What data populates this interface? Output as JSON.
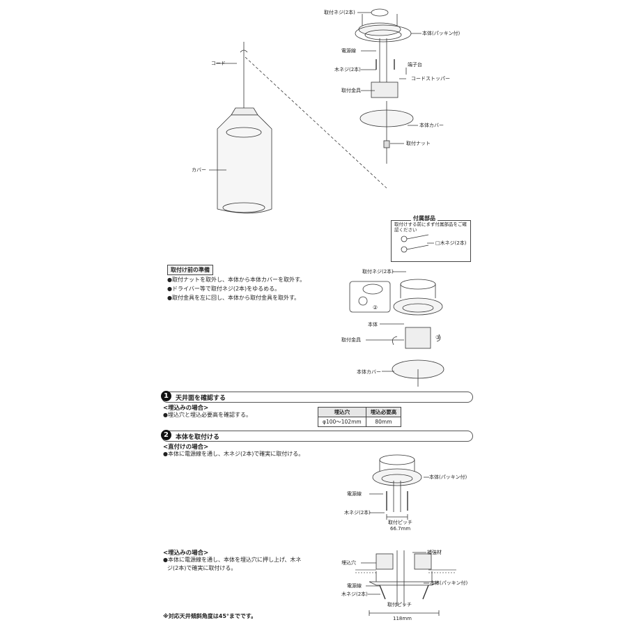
{
  "top_diagram": {
    "cord": "コード",
    "cover": "カバー",
    "mount_screw": "取付ネジ(2本)",
    "body_packing": "本体(パッキン付)",
    "power_wire": "電源線",
    "wood_screw": "木ネジ(2本)",
    "terminal_block": "端子台",
    "cord_stopper": "コードストッパー",
    "mount_bracket": "取付金具",
    "body_cover": "本体カバー",
    "mount_nut": "取付ナット"
  },
  "accessories": {
    "title": "付属部品",
    "note": "取付けする前にまず付属部品をご確認ください",
    "item": "□木ネジ(2本)"
  },
  "prep": {
    "title": "取付け前の準備",
    "lines": [
      "●取付ナットを取外し、本体から本体カバーを取外す。",
      "●ドライバー等で取付ネジ(2本)をゆるめる。",
      "●取付金具を左に回し、本体から取付金具を取外す。"
    ],
    "diagram": {
      "mount_screw": "取付ネジ(2本)",
      "body": "本体",
      "mount_bracket": "取付金具",
      "body_cover": "本体カバー",
      "mark2": "②",
      "mark3": "③"
    }
  },
  "step1": {
    "num": "1",
    "title": "天井面を確認する",
    "sub": "<埋込みの場合>",
    "text": "●埋込穴と埋込必要高を確認する。",
    "table": {
      "headers": [
        "埋込穴",
        "埋込必要高"
      ],
      "values": [
        "φ100〜102mm",
        "80mm"
      ]
    }
  },
  "step2": {
    "num": "2",
    "title": "本体を取付ける",
    "sub1": "<直付けの場合>",
    "text1": "●本体に電源線を通し、木ネジ(2本)で確実に取付ける。",
    "diagram1": {
      "body_packing": "本体(パッキン付)",
      "power_wire": "電源線",
      "wood_screw": "木ネジ(2本)",
      "pitch_label": "取付ピッチ",
      "pitch_value": "66.7mm"
    },
    "sub2": "<埋込みの場合>",
    "text2a": "●本体に電源線を通し、本体を埋込穴に押し上げ、木ネ",
    "text2b": "ジ(2本)で確実に取付ける。",
    "diagram2": {
      "reinforcement": "補強材",
      "hole": "埋込穴",
      "power_wire": "電源線",
      "wood_screw": "木ネジ(2本)",
      "body_packing": "本体(パッキン付)",
      "pitch_label": "取付ピッチ",
      "pitch_value": "118mm"
    }
  },
  "footnote": "※対応天井傾斜角度は45°までです。"
}
